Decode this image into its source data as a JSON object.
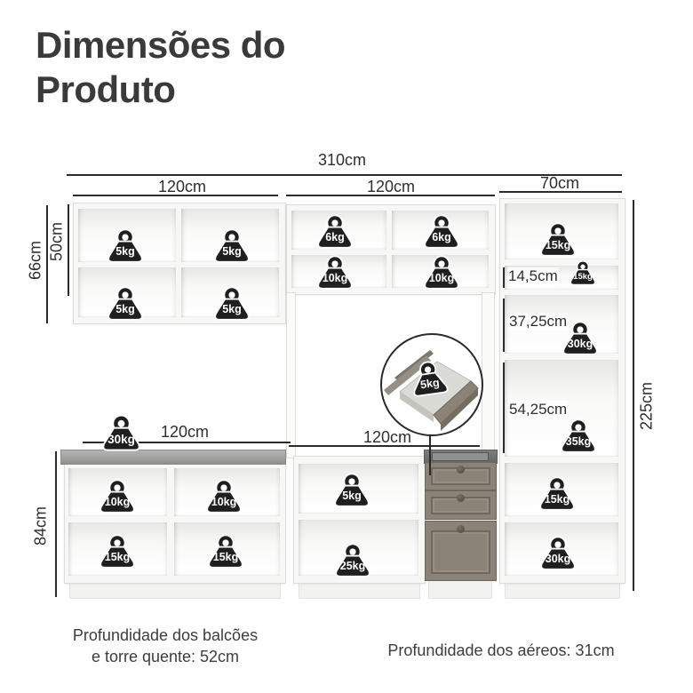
{
  "title": "Dimensões do Produto",
  "dims": {
    "total_width": "310cm",
    "section_left_width": "120cm",
    "section_middle_width": "120cm",
    "tower_width": "70cm",
    "aerial_total_height": "66cm",
    "aerial_cabinet_height": "50cm",
    "total_height": "225cm",
    "base_height": "84cm",
    "tower_niche_1": "14,5cm",
    "tower_niche_2": "37,25cm",
    "tower_niche_3": "54,25cm",
    "base_left_width": "120cm",
    "base_middle_width": "120cm"
  },
  "weights": [
    {
      "id": "aerial-left-top-left",
      "label": "5kg"
    },
    {
      "id": "aerial-left-top-right",
      "label": "5kg"
    },
    {
      "id": "aerial-left-bottom-left",
      "label": "5kg"
    },
    {
      "id": "aerial-left-bottom-right",
      "label": "5kg"
    },
    {
      "id": "aerial-middle-top-left",
      "label": "6kg"
    },
    {
      "id": "aerial-middle-top-right",
      "label": "6kg"
    },
    {
      "id": "aerial-middle-bottom-left",
      "label": "10kg"
    },
    {
      "id": "aerial-middle-bottom-right",
      "label": "10kg"
    },
    {
      "id": "tower-top",
      "label": "15kg"
    },
    {
      "id": "tower-niche-small",
      "label": "15kg"
    },
    {
      "id": "tower-niche-mid",
      "label": "30kg"
    },
    {
      "id": "tower-niche-large",
      "label": "35kg"
    },
    {
      "id": "tower-base-upper",
      "label": "15kg"
    },
    {
      "id": "tower-base-lower",
      "label": "30kg"
    },
    {
      "id": "countertop",
      "label": "30kg"
    },
    {
      "id": "base-left-top-left",
      "label": "10kg"
    },
    {
      "id": "base-left-top-right",
      "label": "10kg"
    },
    {
      "id": "base-left-bottom-left",
      "label": "15kg"
    },
    {
      "id": "base-left-bottom-right",
      "label": "15kg"
    },
    {
      "id": "base-middle-top",
      "label": "5kg"
    },
    {
      "id": "base-middle-bottom",
      "label": "25kg"
    },
    {
      "id": "drawer-detail",
      "label": "5kg"
    }
  ],
  "footnotes": {
    "left_line1": "Profundidade dos balcões",
    "left_line2": "e torre quente: 52cm",
    "right": "Profundidade dos aéreos: 31cm"
  },
  "colors": {
    "weight_icon": "#1f1f1f",
    "sink_cabinet": "#8b8278",
    "countertop": "#a2a29f",
    "dimension_line": "#2b2b2b",
    "text": "#363636"
  }
}
